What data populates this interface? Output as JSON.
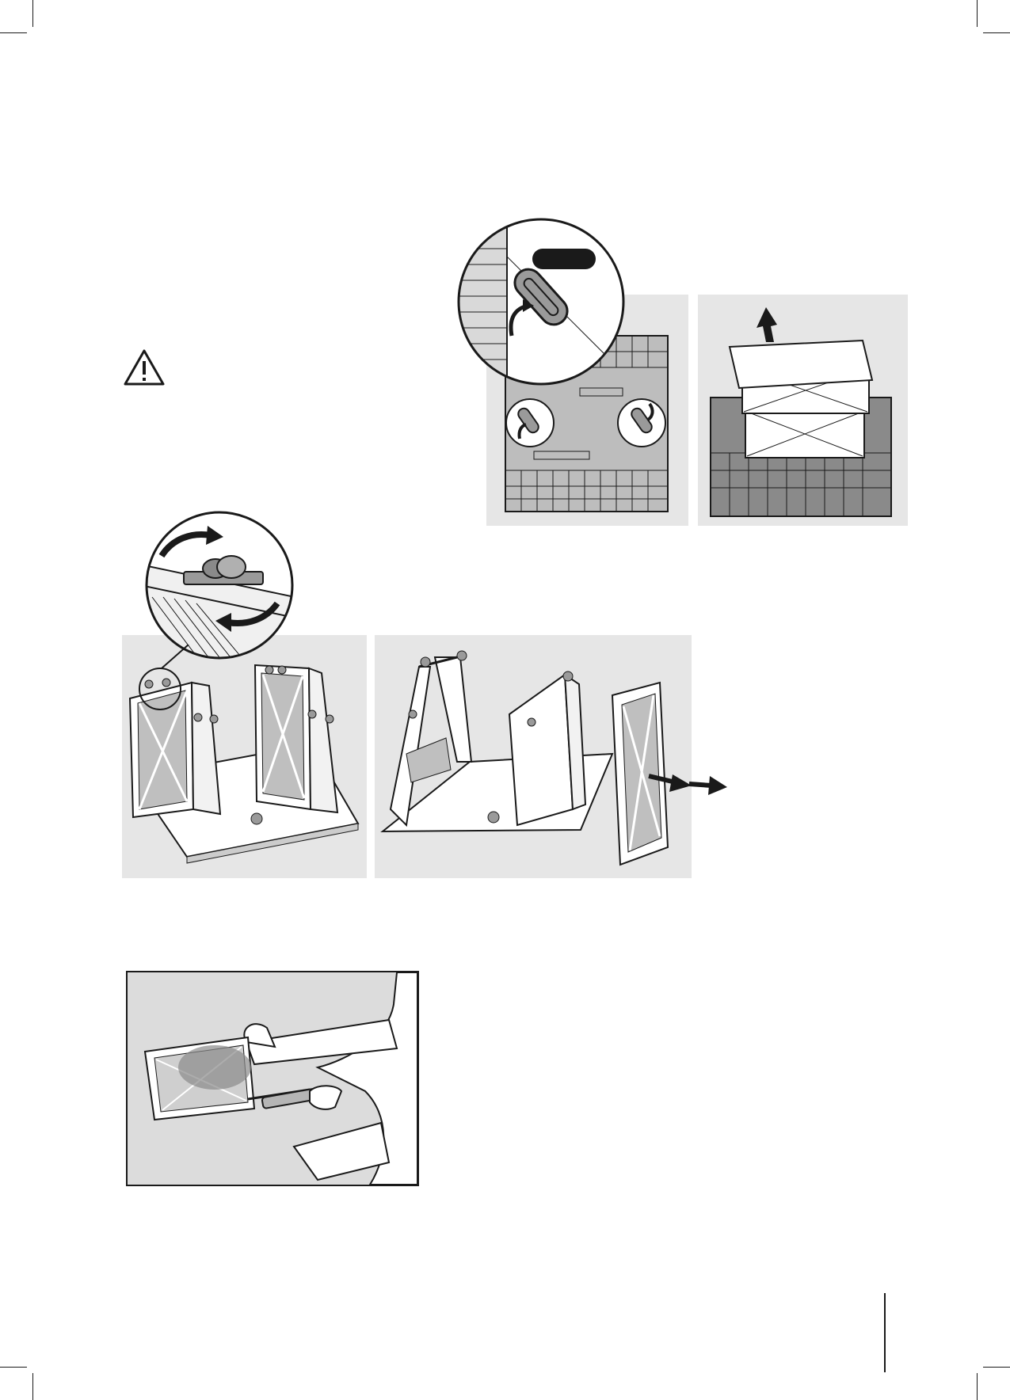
{
  "page": {
    "background": "#ffffff",
    "panel_color": "#e6e6e6",
    "line_color": "#1a1a1a"
  },
  "icons": {
    "warning": "warning-triangle-icon"
  },
  "figures": [
    {
      "id": "lock-detail",
      "icon": "rotate-latch-icon"
    },
    {
      "id": "lift-filter",
      "icon": "up-arrow-icon"
    },
    {
      "id": "clip-detail",
      "icon": "rotate-arrows-icon"
    },
    {
      "id": "remove-panel",
      "icon": "right-arrow-icon"
    },
    {
      "id": "rinse-filter",
      "icon": "water-spray-icon"
    }
  ]
}
